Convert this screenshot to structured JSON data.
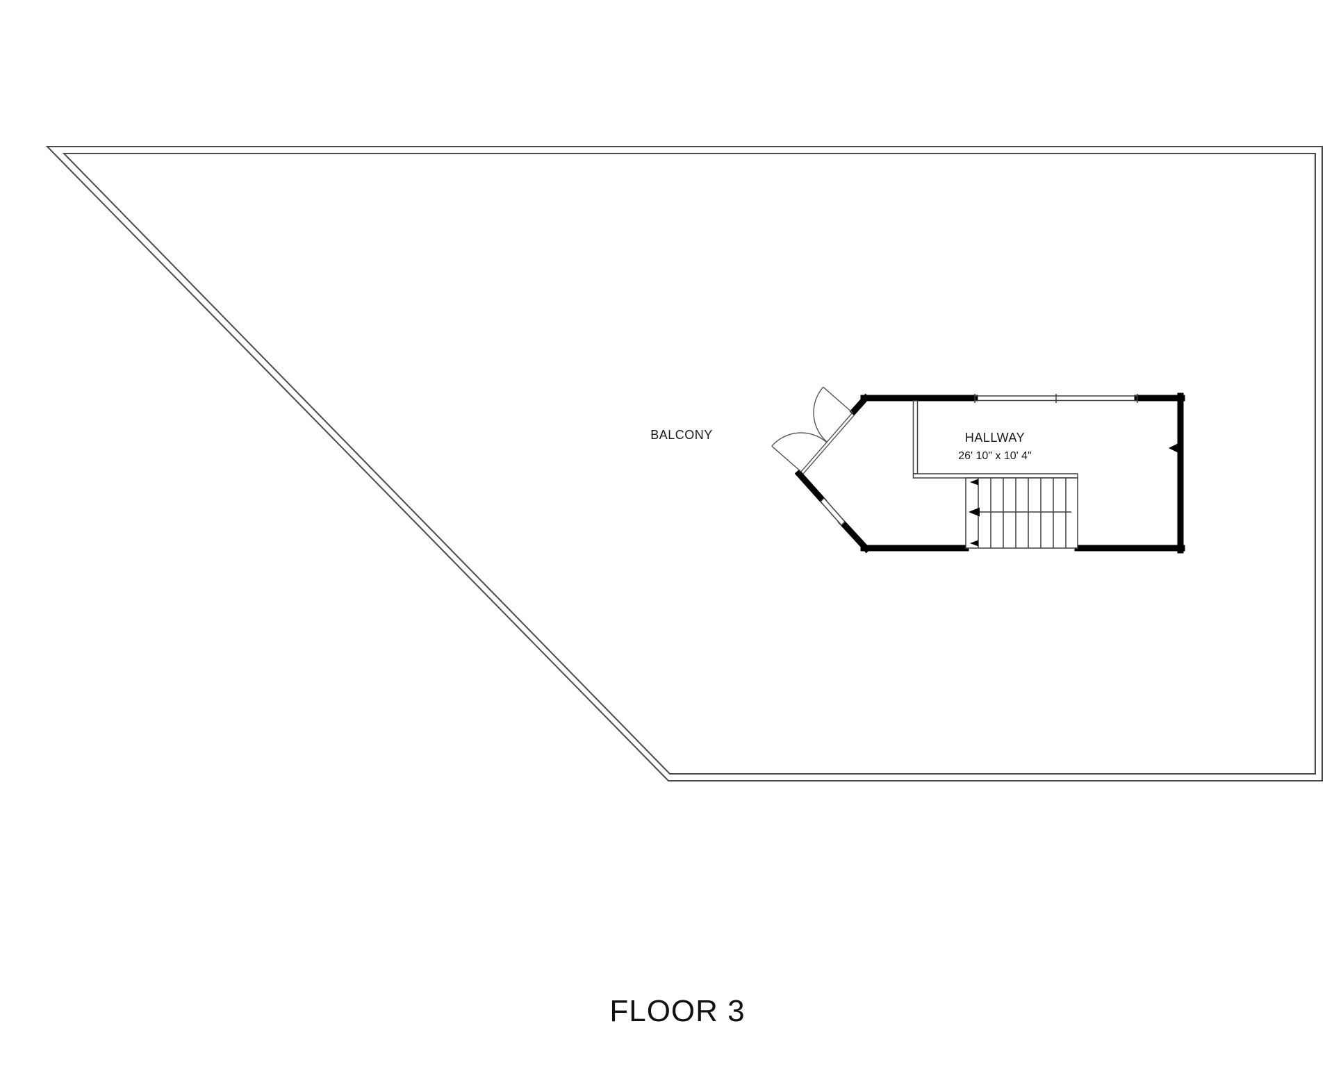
{
  "labels": {
    "balcony": "BALCONY",
    "hallway": "HALLWAY",
    "hallway_dims": "26' 10\" x 10' 4\"",
    "floor_title": "FLOOR 3"
  },
  "colors": {
    "wall": "#000000",
    "thin_line": "#4a4a4a",
    "background": "#ffffff",
    "text": "#1a1a1a"
  }
}
